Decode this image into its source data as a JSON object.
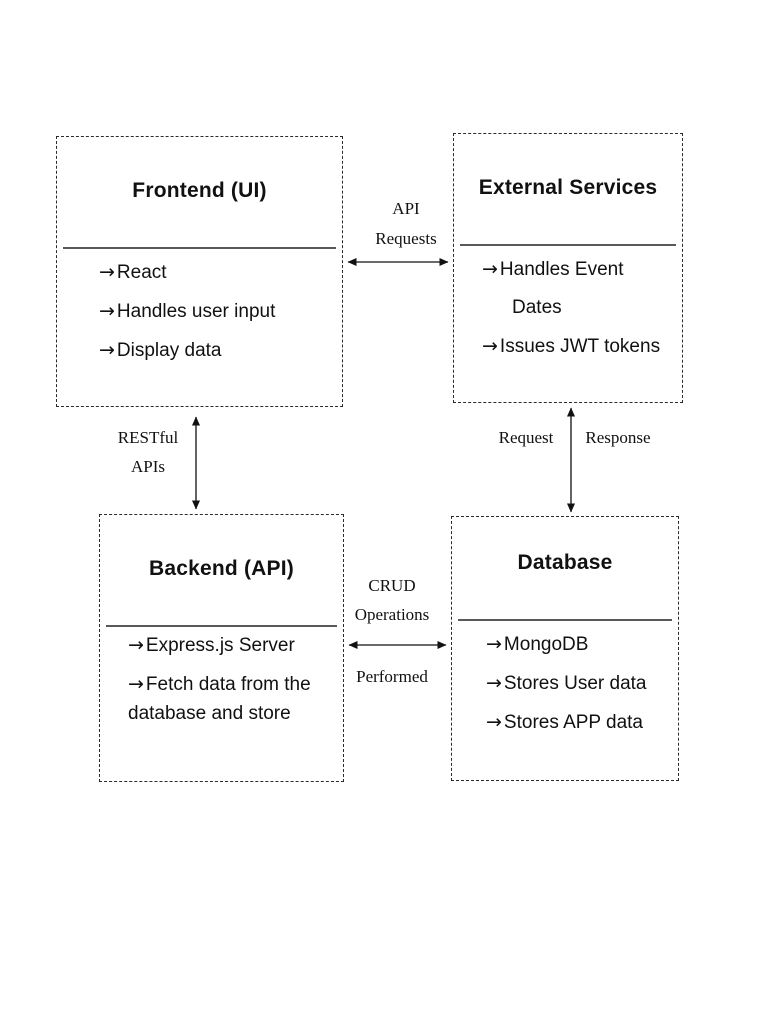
{
  "diagram": {
    "boxes": {
      "frontend": {
        "title": "Frontend (UI)",
        "items": [
          "React",
          "Handles user input",
          "Display data"
        ]
      },
      "external": {
        "title": "External Services",
        "items": [
          "Handles Event Dates",
          "Issues JWT tokens"
        ]
      },
      "backend": {
        "title": "Backend (API)",
        "items": [
          "Express.js Server",
          "Fetch data from the database and store"
        ]
      },
      "database": {
        "title": "Database",
        "items": [
          "MongoDB",
          "Stores User data",
          "Stores APP data"
        ]
      }
    },
    "labels": {
      "api_requests": [
        "API",
        "Requests"
      ],
      "restful_apis": [
        "RESTful",
        "APIs"
      ],
      "request": "Request",
      "response": "Response",
      "crud": [
        "CRUD",
        "Operations",
        "Performed"
      ]
    },
    "bullet": "→",
    "colors": {
      "background": "#ffffff",
      "text": "#111111",
      "border": "#2b2b2b",
      "divider": "#595959",
      "arrow": "#111111"
    }
  }
}
